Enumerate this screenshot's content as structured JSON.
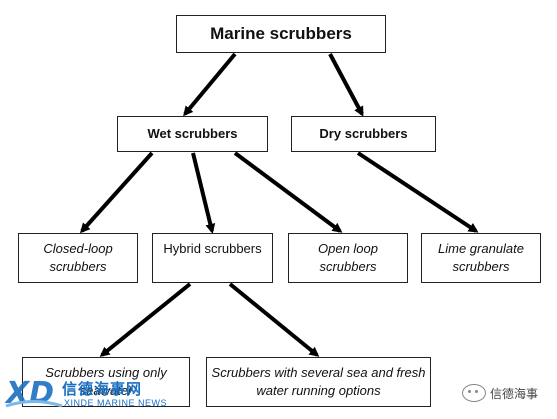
{
  "diagram": {
    "root": "Marine scrubbers",
    "wet": "Wet scrubbers",
    "dry": "Dry scrubbers",
    "closed_loop": "Closed-loop scrubbers",
    "hybrid": "Hybrid scrubbers",
    "open_loop": "Open loop scrubbers",
    "lime": "Lime granulate scrubbers",
    "sea_only": "Scrubbers using only seawater",
    "several_options": "Scrubbers with several sea and fresh water running options"
  },
  "watermark": {
    "cn": "信德海事网",
    "en": "XINDE MARINE NEWS",
    "right": "信德海事"
  },
  "colors": {
    "arrow": "#000000",
    "box_border": "#222222",
    "watermark_blue": "#1b6fc0"
  },
  "edges": [
    [
      "root",
      "wet"
    ],
    [
      "root",
      "dry"
    ],
    [
      "wet",
      "closed_loop"
    ],
    [
      "wet",
      "hybrid"
    ],
    [
      "wet",
      "open_loop"
    ],
    [
      "dry",
      "lime"
    ],
    [
      "hybrid",
      "sea_only"
    ],
    [
      "hybrid",
      "several_options"
    ]
  ]
}
